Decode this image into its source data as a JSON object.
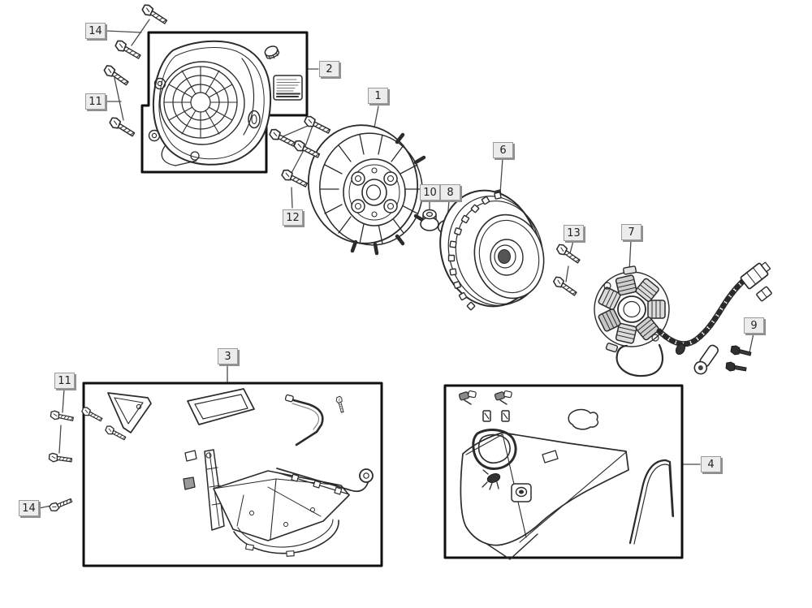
{
  "figure": {
    "kind": "exploded-parts-diagram",
    "background": "#ffffff"
  },
  "colors": {
    "line": "#2b2b2b",
    "leader_line": "#4a4a4a",
    "panel_border": "#101010",
    "callout_bg": "#ececec",
    "callout_border": "#9a9a9a",
    "callout_text": "#222222",
    "dark_fill": "#3a3a3a"
  },
  "callouts": [
    {
      "id": "14-top",
      "label": "14"
    },
    {
      "id": "2",
      "label": "2"
    },
    {
      "id": "11-top",
      "label": "11"
    },
    {
      "id": "1",
      "label": "1"
    },
    {
      "id": "12",
      "label": "12"
    },
    {
      "id": "10",
      "label": "10"
    },
    {
      "id": "8",
      "label": "8"
    },
    {
      "id": "6",
      "label": "6"
    },
    {
      "id": "13",
      "label": "13"
    },
    {
      "id": "7",
      "label": "7"
    },
    {
      "id": "9",
      "label": "9"
    },
    {
      "id": "3",
      "label": "3"
    },
    {
      "id": "11-bottom",
      "label": "11"
    },
    {
      "id": "14-bottom",
      "label": "14"
    },
    {
      "id": "4",
      "label": "4"
    }
  ],
  "panel_boxes": [
    {
      "linked_callout": "2"
    },
    {
      "linked_callout": "3"
    },
    {
      "linked_callout": "4"
    }
  ]
}
